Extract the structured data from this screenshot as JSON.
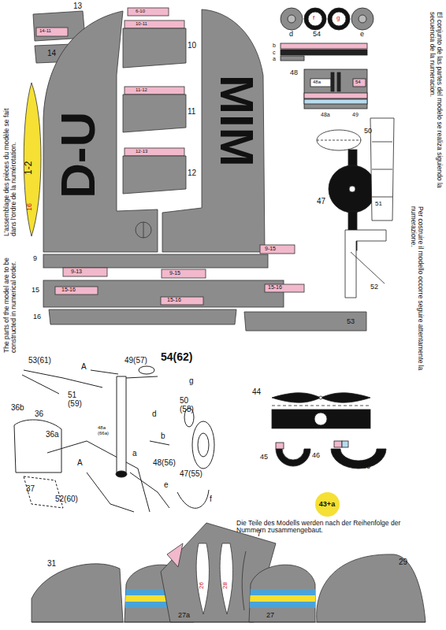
{
  "diagram": {
    "nodes": [
      {
        "text": [
          "43+a"
        ]
      }
    ],
    "labels": [
      "13",
      "14-11",
      "14",
      "6-10",
      "10-11",
      "10",
      "11-12",
      "11",
      "12-13",
      "12",
      "D-U",
      "MIM",
      "1-2",
      "16",
      "9",
      "9-13",
      "9-15",
      "9-15",
      "15",
      "15-16",
      "15-16",
      "15-16",
      "16",
      "53",
      "f",
      "g",
      "d",
      "54",
      "e",
      "b",
      "c",
      "a",
      "48",
      "48a",
      "54",
      "48a",
      "49",
      "50",
      "47",
      "51",
      "52",
      "53(61)",
      "A",
      "49(57)",
      "54(62)",
      "g",
      "36b",
      "36",
      "51 (59)",
      "50 (58)",
      "48a (66a)",
      "36a",
      "d",
      "b",
      "48(56)",
      "a",
      "e",
      "47(55)",
      "f",
      "37",
      "A",
      "52(60)",
      "44",
      "45",
      "46",
      "43",
      "7",
      "26",
      "28",
      "31",
      "27a",
      "27",
      "29",
      "L'assemblage des pièces du modèle se fait dans l'ordre de la numérotation.",
      "The parts of the model are to be constructed in numerical order.",
      "El conjunto de las partes del modelo se realiza siguiendo la secuencia de la numeracion.",
      "Per costruire il modello occorre seguire attentamente la numerazione.",
      "Die Teile des Modells werden nach der Reihenfolge der Nummern zusammengebaut."
    ]
  }
}
